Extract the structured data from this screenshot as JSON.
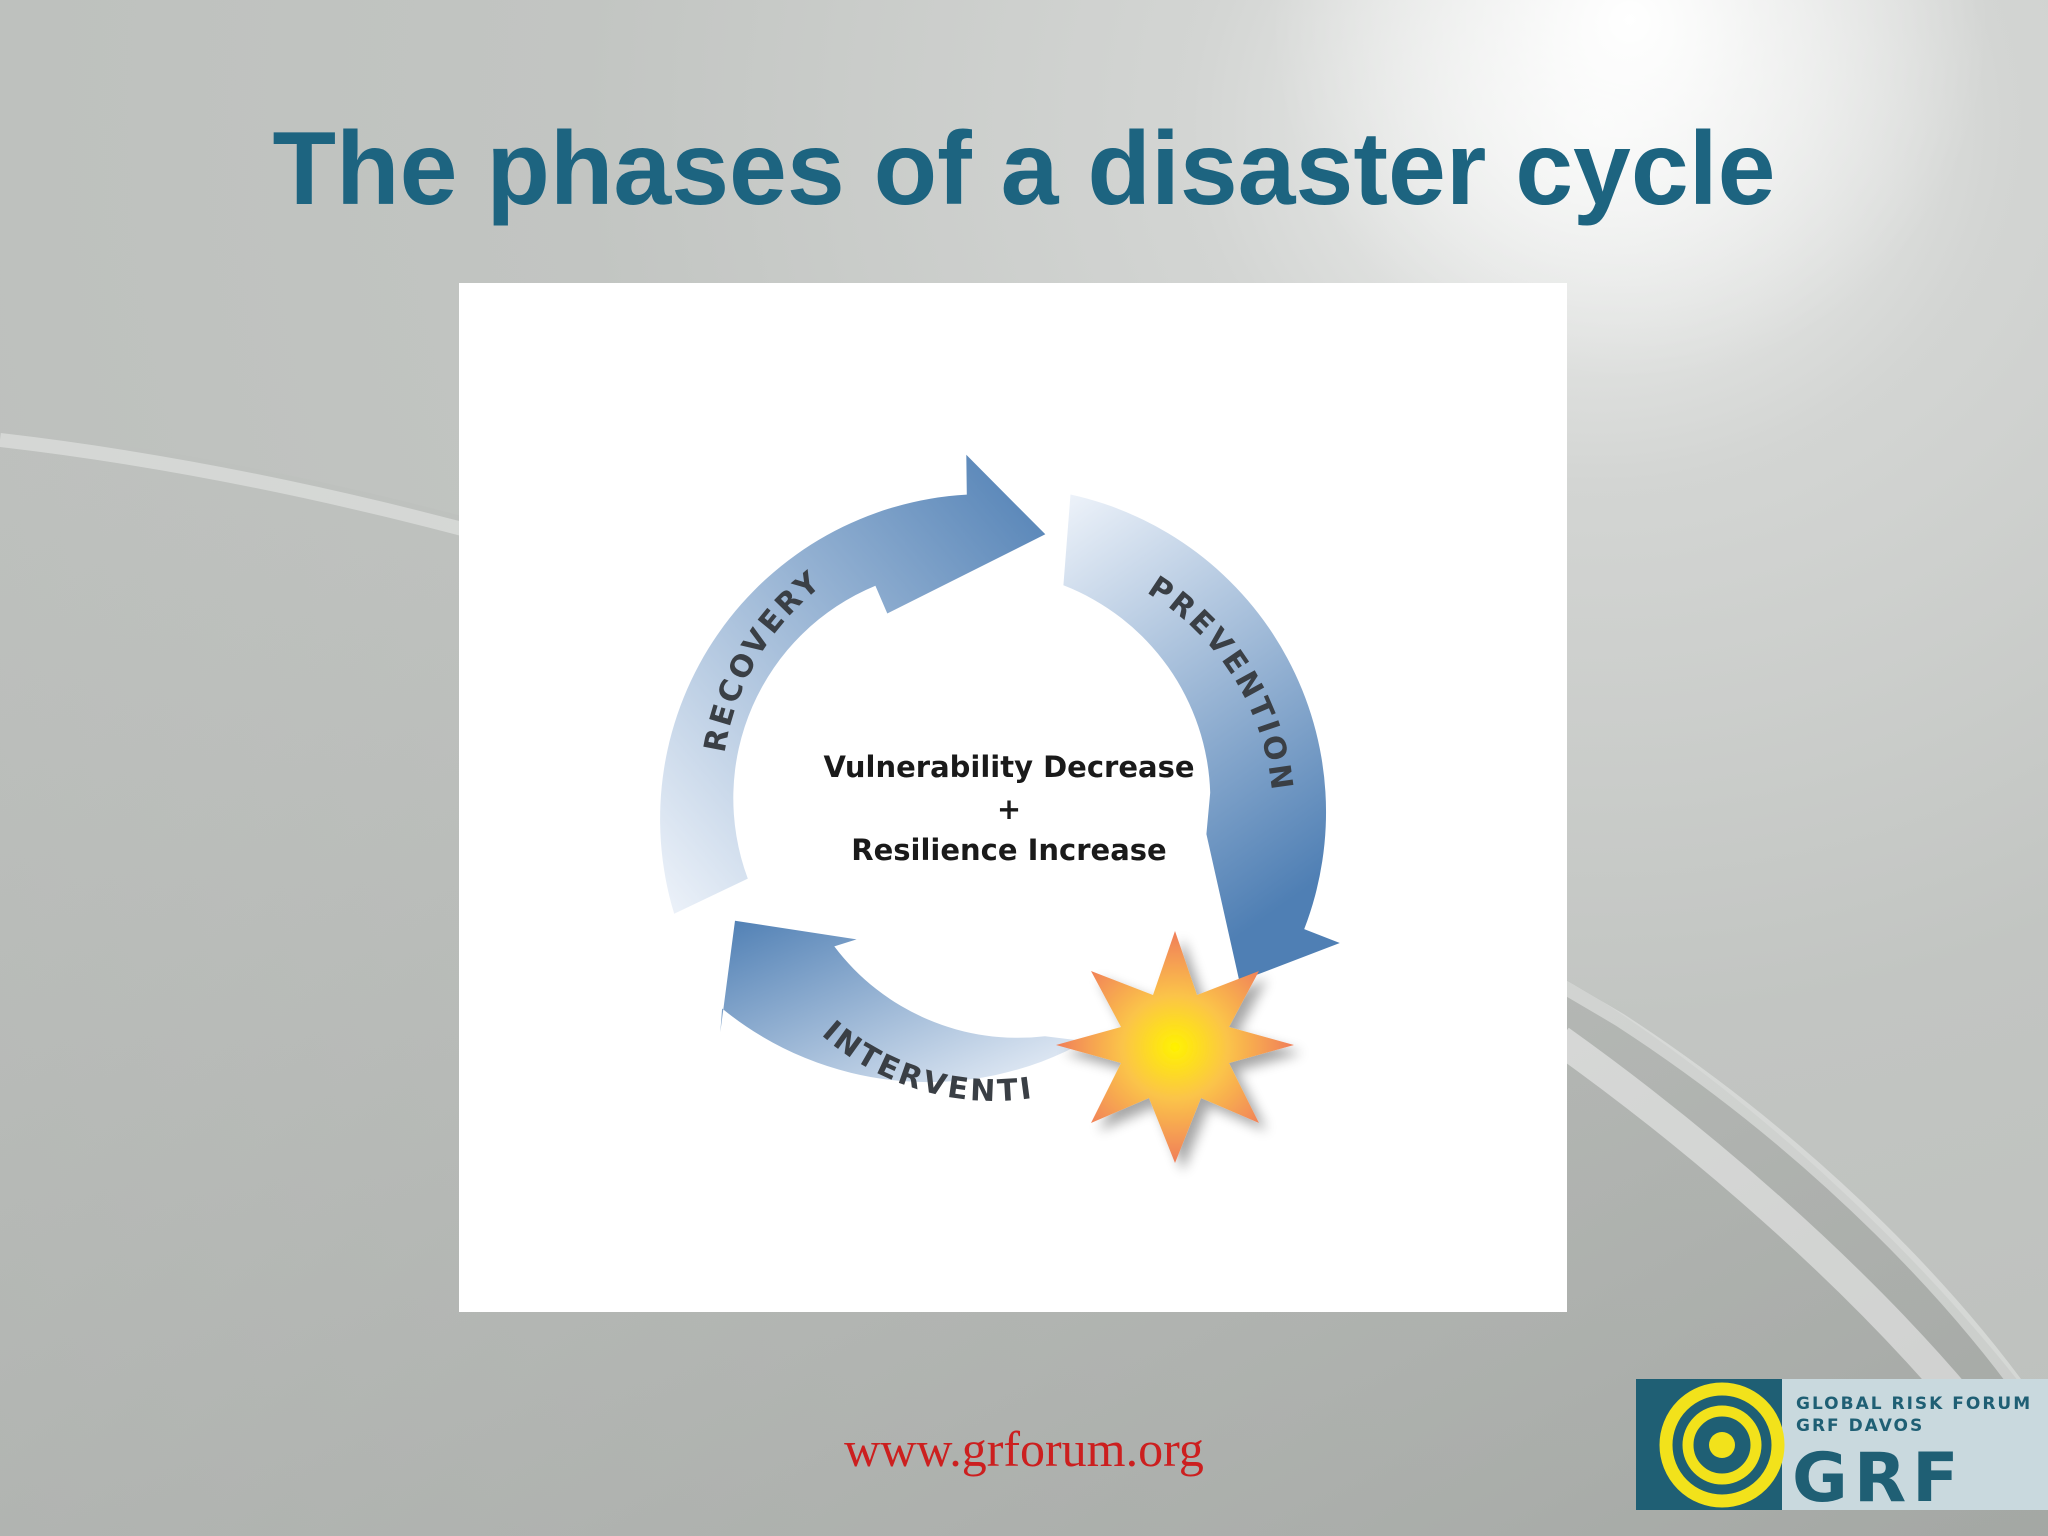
{
  "slide": {
    "title": "The phases of a disaster cycle",
    "footer_url": "www.grforum.org"
  },
  "diagram": {
    "center_line1": "Vulnerability Decrease",
    "center_plus": "+",
    "center_line2": "Resilience Increase",
    "phases": [
      "RECOVERY",
      "PREVENTION",
      "INTERVENTION"
    ],
    "arrow_color": "#5a86b8",
    "burst_color": "#f7a05a"
  },
  "logo": {
    "line1": "GLOBAL RISK FORUM",
    "line2": "GRF DAVOS",
    "mark": "GRF",
    "colors": {
      "primary": "#1f5f74",
      "accent": "#f2e21b",
      "panel": "#c9d9de"
    }
  }
}
